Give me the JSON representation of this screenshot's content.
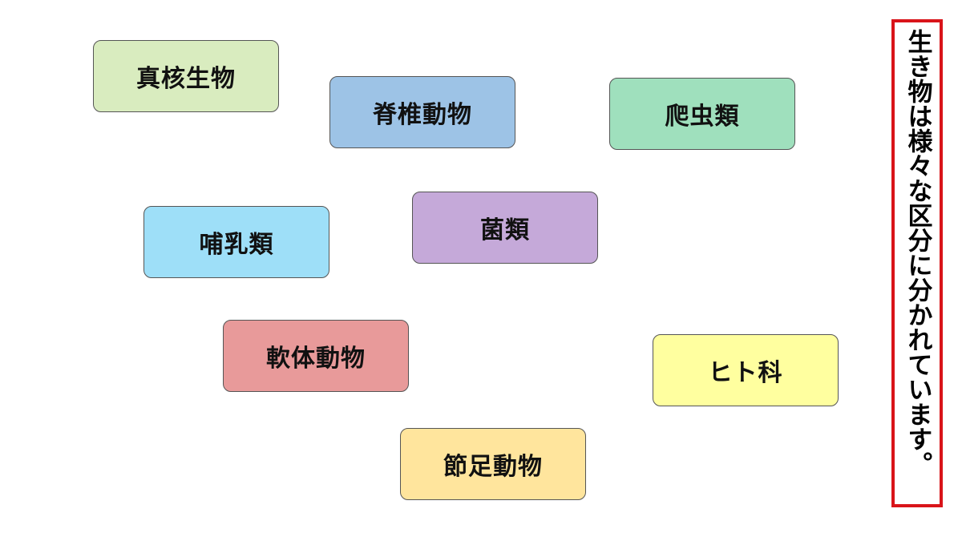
{
  "cards": [
    {
      "id": "card-eukaryote",
      "label": "真核生物",
      "color": "#d9ecbf"
    },
    {
      "id": "card-vertebrate",
      "label": "脊椎動物",
      "color": "#9dc3e6"
    },
    {
      "id": "card-reptile",
      "label": "爬虫類",
      "color": "#9fe0bd"
    },
    {
      "id": "card-mammal",
      "label": "哺乳類",
      "color": "#9edff8"
    },
    {
      "id": "card-fungi",
      "label": "菌類",
      "color": "#c5a9d9"
    },
    {
      "id": "card-mollusk",
      "label": "軟体動物",
      "color": "#e89a9a"
    },
    {
      "id": "card-hominid",
      "label": "ヒト科",
      "color": "#ffff9f"
    },
    {
      "id": "card-arthropod",
      "label": "節足動物",
      "color": "#ffe59d"
    }
  ],
  "note": {
    "text": "生き物は様々な区分に分かれています。",
    "border_color": "#d9141a"
  }
}
